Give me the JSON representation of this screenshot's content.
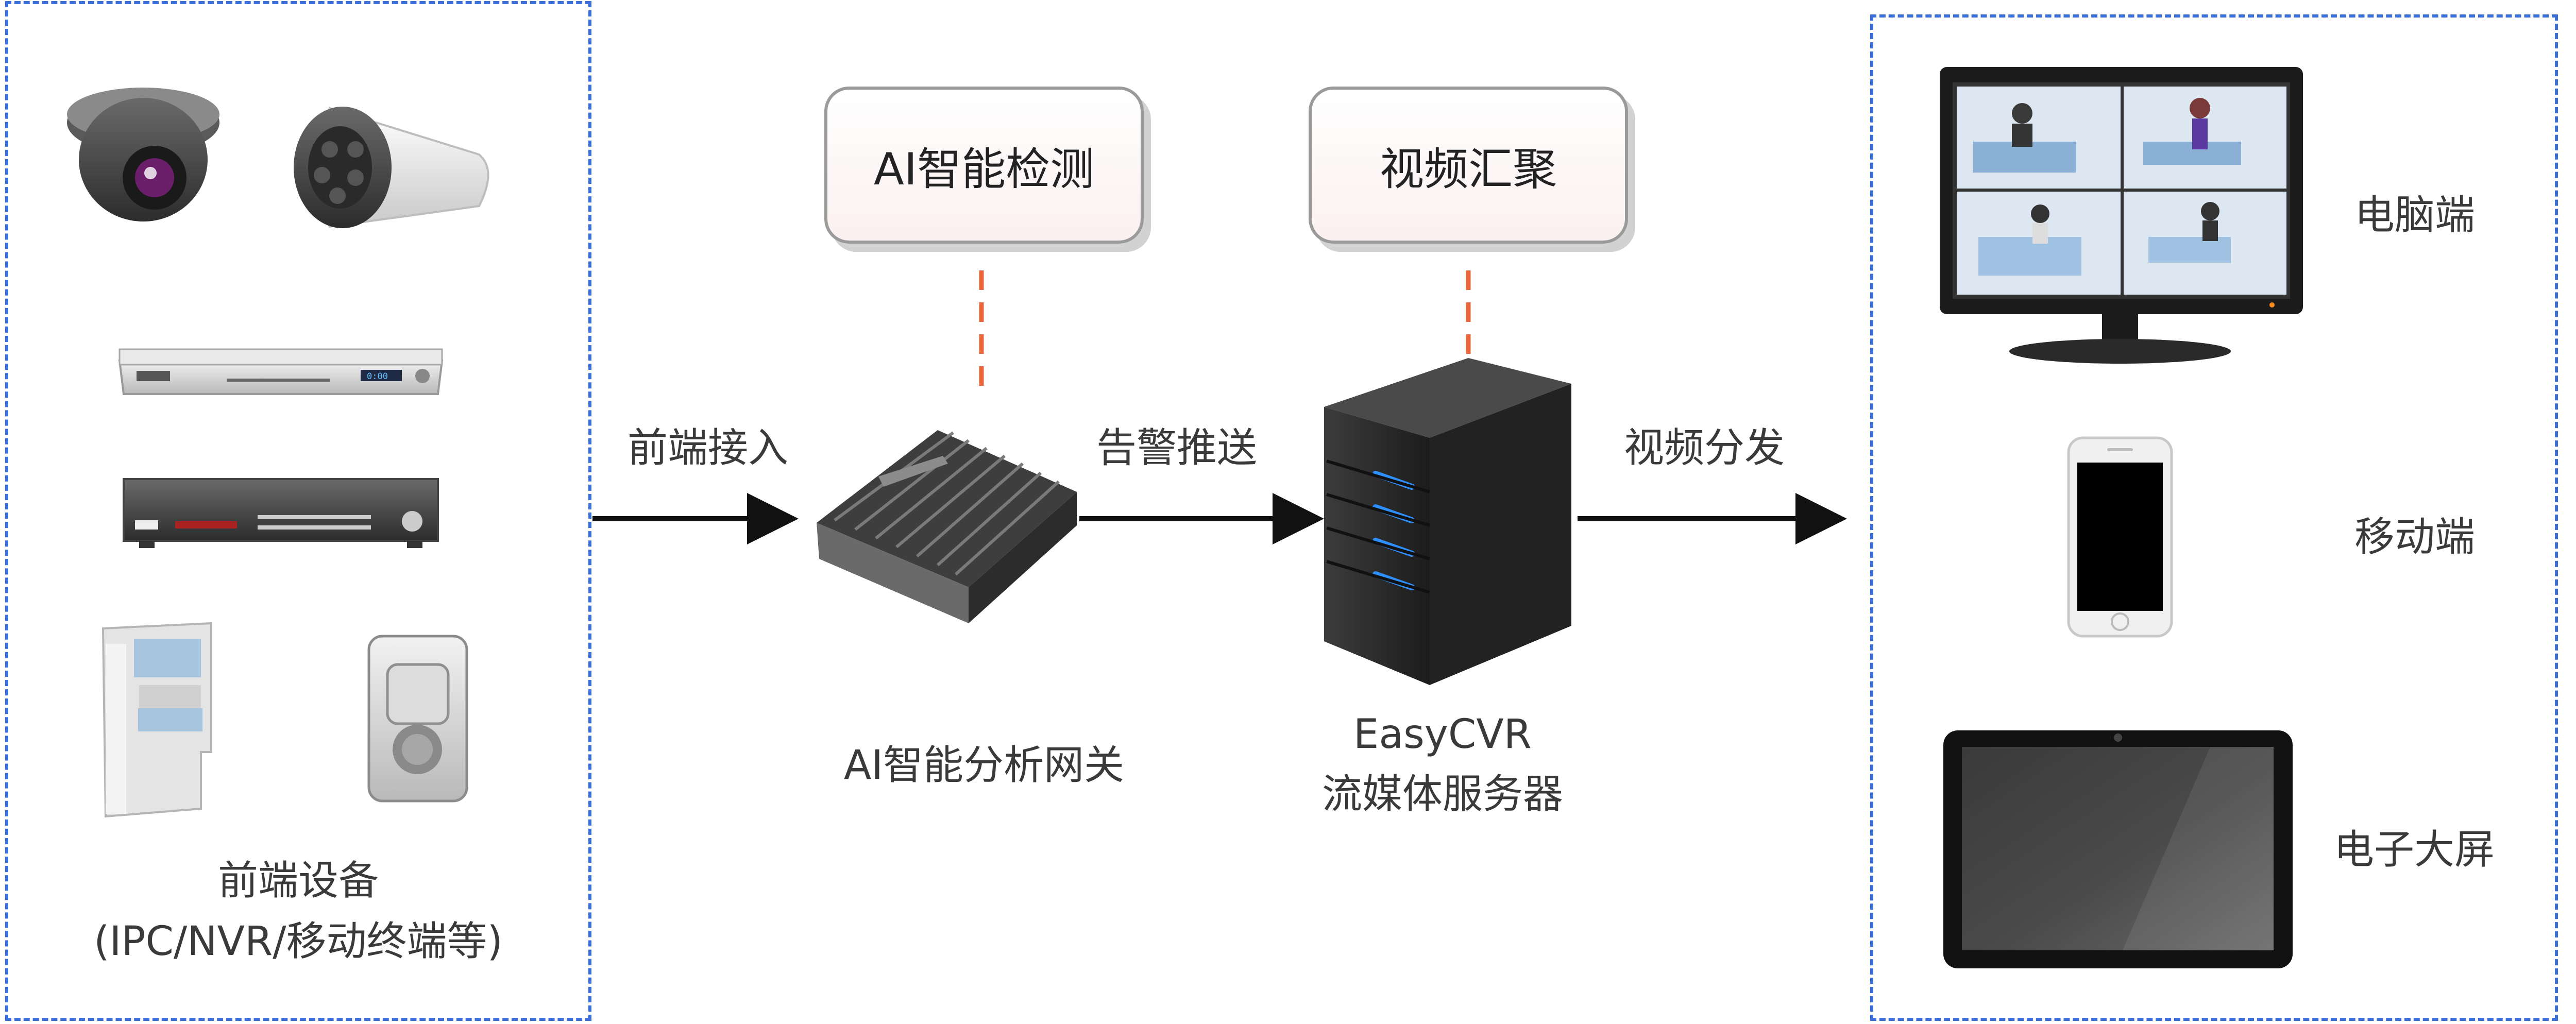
{
  "left_panel": {
    "caption_line1": "前端设备",
    "caption_line2": "(IPC/NVR/移动终端等)",
    "devices": [
      {
        "name": "dome-camera-icon"
      },
      {
        "name": "bullet-camera-icon"
      },
      {
        "name": "dvd-recorder-icon",
        "display": "0:00"
      },
      {
        "name": "nvr-recorder-icon"
      },
      {
        "name": "atm-kiosk-icon"
      },
      {
        "name": "pir-sensor-icon"
      }
    ]
  },
  "flow": {
    "front_access": "前端接入",
    "alarm_push": "告警推送",
    "video_distribute": "视频分发"
  },
  "gateway": {
    "label": "AI智能分析网关",
    "box_label": "AI智能检测"
  },
  "server": {
    "label_line1": "EasyCVR",
    "label_line2": "流媒体服务器",
    "box_label": "视频汇聚"
  },
  "right_panel": {
    "endpoints": [
      {
        "label": "电脑端",
        "icon": "monitor-icon"
      },
      {
        "label": "移动端",
        "icon": "smartphone-icon"
      },
      {
        "label": "电子大屏",
        "icon": "tablet-icon"
      }
    ]
  },
  "colors": {
    "panel_border": "#3a6fd8",
    "connector_dashed": "#e8663a",
    "arrow": "#111111",
    "server_led": "#2e8fff"
  }
}
